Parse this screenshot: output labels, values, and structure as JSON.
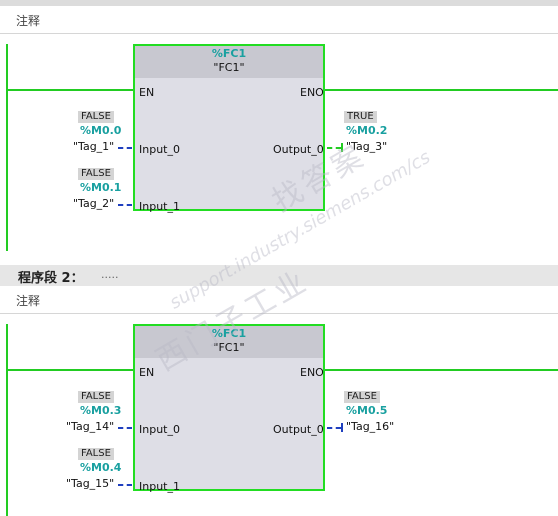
{
  "comment_label": "注释",
  "section2": {
    "title": "程序段 2：",
    "dots": "....."
  },
  "networks": [
    {
      "block": {
        "number": "%FC1",
        "name": "\"FC1\""
      },
      "pins": {
        "en": "EN",
        "eno": "ENO",
        "in0": "Input_0",
        "in1": "Input_1",
        "out0": "Output_0"
      },
      "in0": {
        "value": "FALSE",
        "address": "%M0.0",
        "tag": "\"Tag_1\""
      },
      "in1": {
        "value": "FALSE",
        "address": "%M0.1",
        "tag": "\"Tag_2\""
      },
      "out0": {
        "value": "TRUE",
        "address": "%M0.2",
        "tag": "\"Tag_3\""
      }
    },
    {
      "block": {
        "number": "%FC1",
        "name": "\"FC1\""
      },
      "pins": {
        "en": "EN",
        "eno": "ENO",
        "in0": "Input_0",
        "in1": "Input_1",
        "out0": "Output_0"
      },
      "in0": {
        "value": "FALSE",
        "address": "%M0.3",
        "tag": "\"Tag_14\""
      },
      "in1": {
        "value": "FALSE",
        "address": "%M0.4",
        "tag": "\"Tag_15\""
      },
      "out0": {
        "value": "FALSE",
        "address": "%M0.5",
        "tag": "\"Tag_16\""
      }
    }
  ],
  "watermark": {
    "brand": "西门子工业",
    "support": "support.industry.siemens.com/cs",
    "forum": "找答案"
  }
}
